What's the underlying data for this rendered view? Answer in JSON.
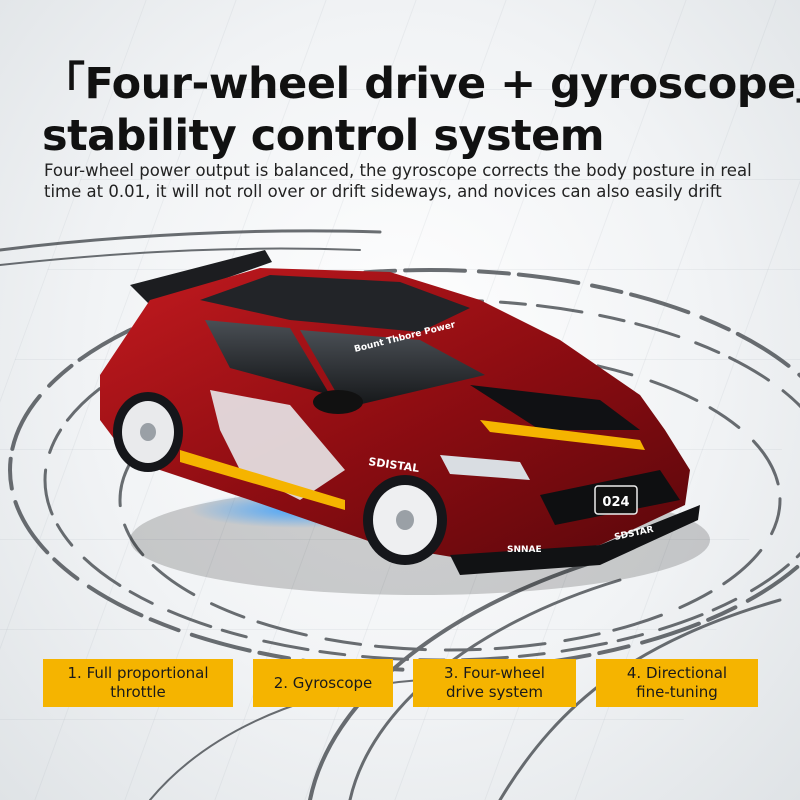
{
  "headline": {
    "line1": "「Four-wheel drive + gyroscope」",
    "line2": "stability control system"
  },
  "subtitle": "Four-wheel power output is balanced, the gyroscope corrects the body posture in real time at 0.01, it will not roll over or drift sideways, and novices can also easily drift",
  "car_decals": {
    "plate": "024",
    "hood_text": "Bount Thbore Power",
    "side_text": "SDISTAL",
    "front_brand": "SDSTAR",
    "bumper_text": "SNNAE"
  },
  "features": [
    {
      "line1": "1. Full proportional",
      "line2": "throttle"
    },
    {
      "line1": "2. Gyroscope",
      "line2": ""
    },
    {
      "line1": "3. Four-wheel",
      "line2": "drive system"
    },
    {
      "line1": "4. Directional",
      "line2": "fine-tuning"
    }
  ],
  "colors": {
    "accent": "#f5b400",
    "car_red": "#9c1016",
    "text": "#111111"
  }
}
